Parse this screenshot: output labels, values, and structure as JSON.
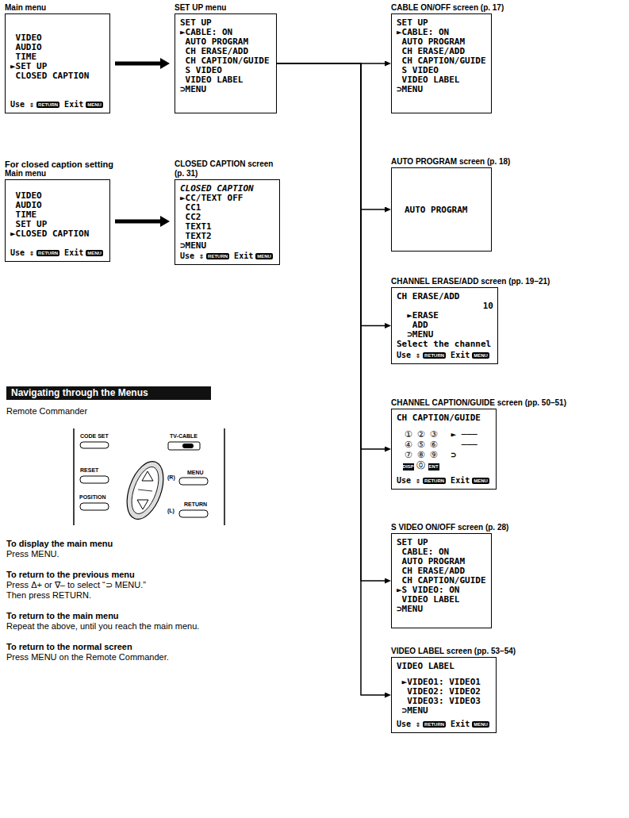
{
  "diagram": {
    "nodes": [
      {
        "text": [
          "Main menu",
          "VIDEO",
          "AUDIO",
          "TIME",
          "►SET UP",
          "CLOSED CAPTION",
          "Use ⇕",
          "RETURN",
          "Exit",
          "MENU"
        ]
      },
      {
        "text": [
          "SET UP menu",
          "SET UP",
          "►CABLE: ON",
          "AUTO PROGRAM",
          "CH ERASE/ADD",
          "CH CAPTION/GUIDE",
          "S VIDEO",
          "VIDEO LABEL",
          "⊃MENU"
        ]
      },
      {
        "text": [
          "CABLE ON/OFF screen (p. 17)",
          "SET UP",
          "►CABLE: ON",
          "AUTO PROGRAM",
          "CH ERASE/ADD",
          "CH CAPTION/GUIDE",
          "S VIDEO",
          "VIDEO LABEL",
          "⊃MENU"
        ]
      },
      {
        "text": [
          "AUTO PROGRAM screen (p. 18)",
          "AUTO PROGRAM"
        ]
      },
      {
        "text": [
          "For closed caption setting",
          "Main menu",
          "VIDEO",
          "AUDIO",
          "TIME",
          "SET UP",
          "►CLOSED CAPTION",
          "Use ⇕",
          "RETURN",
          "Exit",
          "MENU"
        ]
      },
      {
        "text": [
          "CLOSED CAPTION screen (p. 31)",
          "CLOSED CAPTION",
          "►CC/TEXT OFF",
          "CC1",
          "CC2",
          "TEXT1",
          "TEXT2",
          "⊃MENU",
          "Use ⇕",
          "RETURN",
          "Exit",
          "MENU"
        ]
      },
      {
        "text": [
          "CHANNEL ERASE/ADD screen (pp. 19–21)",
          "CH ERASE/ADD",
          "10",
          "►ERASE",
          "ADD",
          "⊃MENU",
          "Select the channel",
          "Use ⇕",
          "RETURN",
          "Exit",
          "MENU"
        ]
      },
      {
        "text": [
          "CHANNEL CAPTION/GUIDE screen (pp. 50–51)",
          "CH CAPTION/GUIDE",
          "①",
          "②",
          "③",
          "④",
          "⑤",
          "⑥",
          "⑦",
          "⑧",
          "⑨",
          "DISP",
          "⓪",
          "ENT",
          "► ───",
          "───",
          "⊃",
          "Use ⇕",
          "RETURN",
          "Exit",
          "MENU"
        ]
      },
      {
        "text": [
          "S VIDEO ON/OFF screen (p. 28)",
          "SET UP",
          "CABLE: ON",
          "AUTO PROGRAM",
          "CH ERASE/ADD",
          "CH CAPTION/GUIDE",
          "►S VIDEO: ON",
          "VIDEO LABEL",
          "⊃MENU"
        ]
      },
      {
        "text": [
          "VIDEO LABEL screen (pp. 53–54)",
          "VIDEO LABEL",
          "►VIDEO1: VIDEO1",
          "VIDEO2: VIDEO2",
          "VIDEO3: VIDEO3",
          "⊃MENU",
          "Use ⇕",
          "RETURN",
          "Exit",
          "MENU"
        ]
      },
      {
        "text": [
          "Navigating through the Menus"
        ]
      }
    ],
    "edges": [
      {
        "from": 0,
        "to": 1,
        "arrow": "to"
      },
      {
        "from": 4,
        "to": 5,
        "arrow": "to"
      },
      {
        "from": 1,
        "to": 2,
        "arrow": "to"
      },
      {
        "from": 1,
        "to": 3,
        "arrow": "to"
      },
      {
        "from": 1,
        "to": 6,
        "arrow": "to"
      },
      {
        "from": 1,
        "to": 7,
        "arrow": "to"
      },
      {
        "from": 1,
        "to": 8,
        "arrow": "to"
      },
      {
        "from": 1,
        "to": 9,
        "arrow": "to"
      }
    ],
    "labels": [
      "Remote Commander",
      "CODE SET",
      "TV-CABLE",
      "RESET",
      "MENU",
      "POSITION",
      "RETURN",
      "(R)",
      "(L)",
      "To display the main menu",
      "Press MENU.",
      "To return to the previous menu",
      "Press Δ+ or ∇– to select “⊃ MENU.”",
      "Then press RETURN.",
      "To return to the main menu",
      "Repeat the above, until you reach the main menu.",
      "To return to the normal screen",
      "Press MENU on the Remote Commander."
    ]
  }
}
